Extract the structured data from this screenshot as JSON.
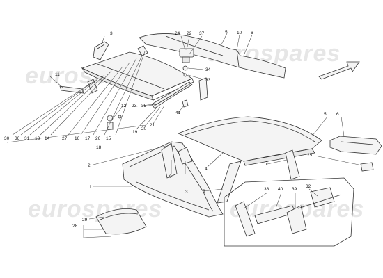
{
  "watermark": "eurospares",
  "callouts": [
    {
      "id": "c3a",
      "text": "3"
    },
    {
      "id": "c24",
      "text": "24"
    },
    {
      "id": "c22",
      "text": "22"
    },
    {
      "id": "c37",
      "text": "37"
    },
    {
      "id": "c5a",
      "text": "5"
    },
    {
      "id": "c10",
      "text": "10"
    },
    {
      "id": "c6a",
      "text": "6"
    },
    {
      "id": "c34",
      "text": "34"
    },
    {
      "id": "c33",
      "text": "33"
    },
    {
      "id": "c11",
      "text": "11"
    },
    {
      "id": "c12",
      "text": "12"
    },
    {
      "id": "c23",
      "text": "23"
    },
    {
      "id": "c35",
      "text": "35"
    },
    {
      "id": "c41",
      "text": "41"
    },
    {
      "id": "c19",
      "text": "19"
    },
    {
      "id": "c20",
      "text": "20"
    },
    {
      "id": "c21",
      "text": "21"
    },
    {
      "id": "c30",
      "text": "30"
    },
    {
      "id": "c36",
      "text": "36"
    },
    {
      "id": "c31",
      "text": "31"
    },
    {
      "id": "c13",
      "text": "13"
    },
    {
      "id": "c14",
      "text": "14"
    },
    {
      "id": "c27",
      "text": "27"
    },
    {
      "id": "c16",
      "text": "16"
    },
    {
      "id": "c17",
      "text": "17"
    },
    {
      "id": "c26",
      "text": "26"
    },
    {
      "id": "c15",
      "text": "15"
    },
    {
      "id": "c18",
      "text": "18"
    },
    {
      "id": "c5b",
      "text": "5"
    },
    {
      "id": "c6b",
      "text": "6"
    },
    {
      "id": "c2",
      "text": "2"
    },
    {
      "id": "c25",
      "text": "25"
    },
    {
      "id": "c7",
      "text": "7"
    },
    {
      "id": "c4",
      "text": "4"
    },
    {
      "id": "c9",
      "text": "9"
    },
    {
      "id": "c3b",
      "text": "3"
    },
    {
      "id": "c8",
      "text": "8"
    },
    {
      "id": "c1",
      "text": "1"
    },
    {
      "id": "c38",
      "text": "38"
    },
    {
      "id": "c40",
      "text": "40"
    },
    {
      "id": "c39",
      "text": "39"
    },
    {
      "id": "c32",
      "text": "32"
    },
    {
      "id": "c29",
      "text": "29"
    },
    {
      "id": "c28",
      "text": "28"
    }
  ]
}
